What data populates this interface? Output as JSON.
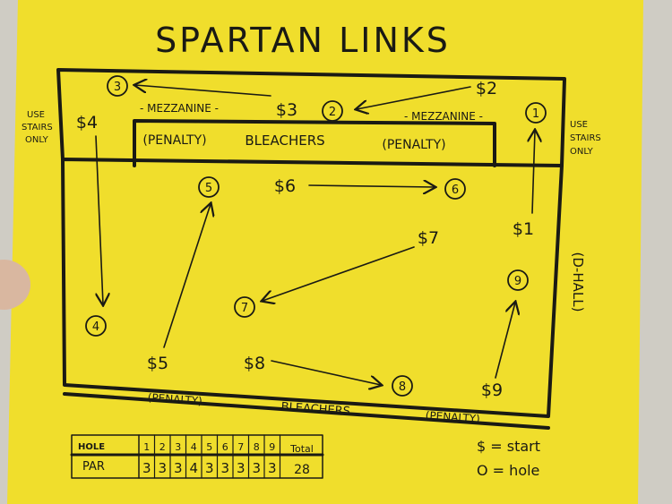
{
  "title": "SPARTAN LINKS",
  "labels": {
    "mezzanine_left": "- MEZZANINE -",
    "mezzanine_right": "- MEZZANINE -",
    "bleachers_top": "BLEACHERS",
    "bleachers_bottom": "BLEACHERS",
    "penalty": "(PENALTY)",
    "use_stairs_left": [
      "USE",
      "STAIRS",
      "ONLY"
    ],
    "use_stairs_right": [
      "USE",
      "STAIRS",
      "ONLY"
    ],
    "d_hall": "(D-HALL)"
  },
  "holes": [
    "1",
    "2",
    "3",
    "4",
    "5",
    "6",
    "7",
    "8",
    "9"
  ],
  "starts": [
    "$1",
    "$2",
    "$3",
    "$4",
    "$5",
    "$6",
    "$7",
    "$8",
    "$9"
  ],
  "scorecard": {
    "hole_label": "HOLE",
    "par_label": "PAR",
    "holes": [
      "1",
      "2",
      "3",
      "4",
      "5",
      "6",
      "7",
      "8",
      "9"
    ],
    "total_label": "Total",
    "pars": [
      "3",
      "3",
      "3",
      "4",
      "3",
      "3",
      "3",
      "3",
      "3"
    ],
    "total": "28"
  },
  "legend": {
    "start": "$ = start",
    "hole": "O = hole"
  },
  "colors": {
    "paper": "#f0de2c",
    "ink": "#1a1a14"
  }
}
